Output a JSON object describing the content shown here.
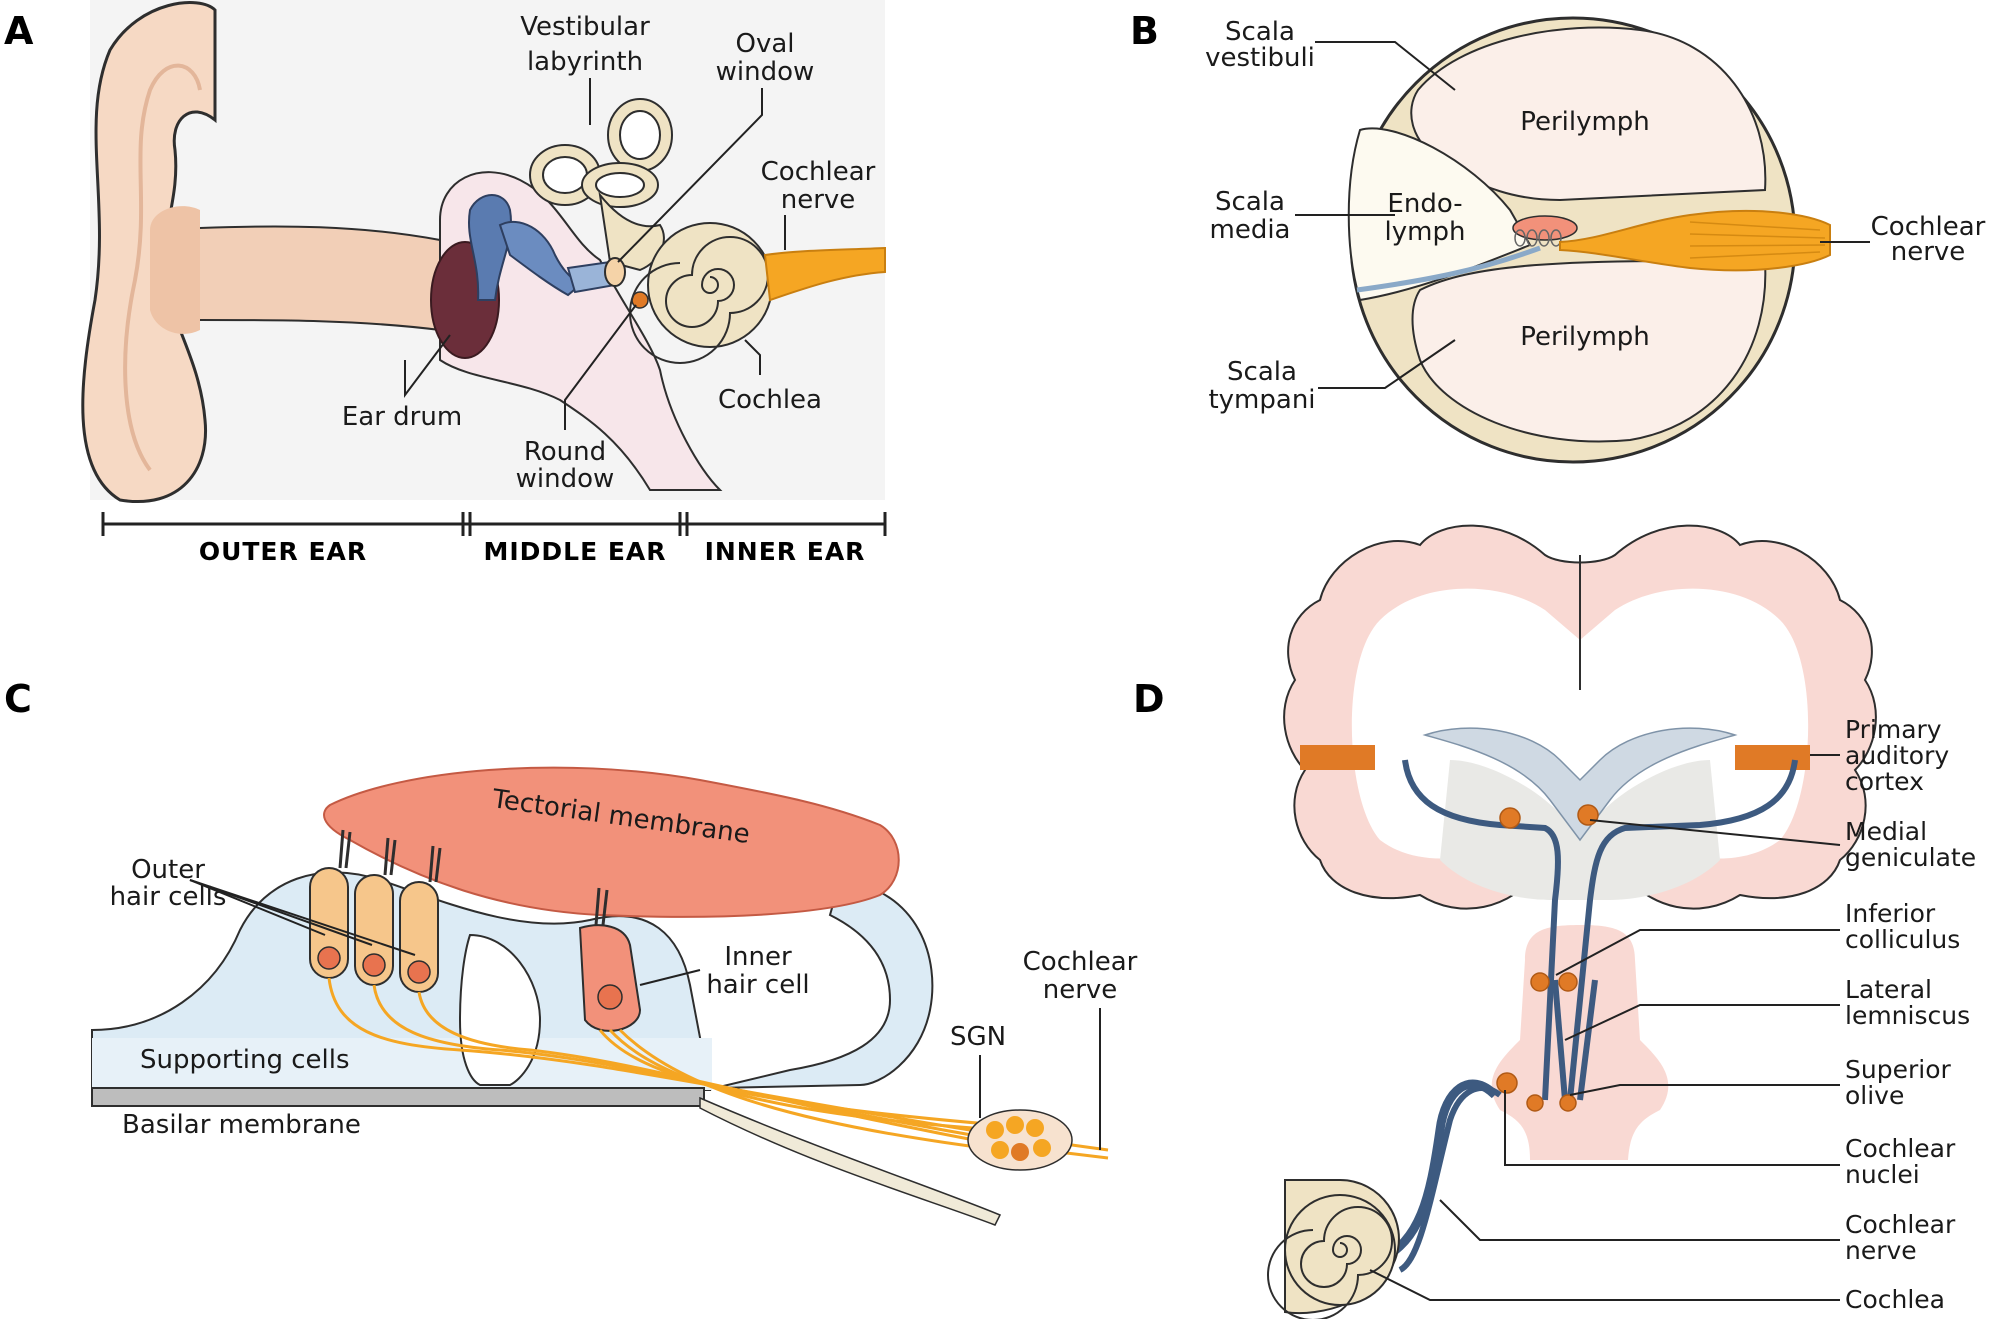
{
  "panels": {
    "a": {
      "letter": "A",
      "labels": {
        "vestibular_1": "Vestibular",
        "vestibular_2": "labyrinth",
        "oval_1": "Oval",
        "oval_2": "window",
        "cochlear_nerve_1": "Cochlear",
        "cochlear_nerve_2": "nerve",
        "ear_drum": "Ear drum",
        "round_1": "Round",
        "round_2": "window",
        "cochlea": "Cochlea"
      },
      "sections": [
        "OUTER EAR",
        "MIDDLE EAR",
        "INNER EAR"
      ]
    },
    "b": {
      "letter": "B",
      "labels": {
        "vestibuli_1": "Scala",
        "vestibuli_2": "vestibuli",
        "perilymph_top": "Perilymph",
        "media_1": "Scala",
        "media_2": "media",
        "endo_1": "Endo-",
        "endo_2": "lymph",
        "cochlear_nerve_1": "Cochlear",
        "cochlear_nerve_2": "nerve",
        "perilymph_bottom": "Perilymph",
        "tympani_1": "Scala",
        "tympani_2": "tympani"
      }
    },
    "c": {
      "letter": "C",
      "labels": {
        "tectorial": "Tectorial membrane",
        "outer_1": "Outer",
        "outer_2": "hair cells",
        "inner_1": "Inner",
        "inner_2": "hair cell",
        "cochlear_nerve_1": "Cochlear",
        "cochlear_nerve_2": "nerve",
        "sgn": "SGN",
        "supporting": "Supporting cells",
        "basilar": "Basilar membrane"
      }
    },
    "d": {
      "letter": "D",
      "labels": {
        "primary_1": "Primary",
        "primary_2": "auditory",
        "primary_3": "cortex",
        "medial_1": "Medial",
        "medial_2": "geniculate",
        "inferior_1": "Inferior",
        "inferior_2": "colliculus",
        "lateral_1": "Lateral",
        "lateral_2": "lemniscus",
        "superior_1": "Superior",
        "superior_2": "olive",
        "nuclei_1": "Cochlear",
        "nuclei_2": "nuclei",
        "nerve_1": "Cochlear",
        "nerve_2": "nerve",
        "cochlea": "Cochlea"
      }
    }
  },
  "colors": {
    "skin": "#f6d9c4",
    "skin_dark": "#e8b99a",
    "bone": "#efe3c4",
    "bone_line": "#2e2e2e",
    "ossicle_blue": "#5a7bb0",
    "eardrum": "#6b2e3a",
    "nerve_orange": "#f5a623",
    "membrane_salmon": "#f2917a",
    "fluid_blue": "#dcebf5",
    "pathway_blue": "#3d5a80",
    "nucleus_orange": "#e07a26",
    "brain_pink": "#f9d9d3",
    "perilymph": "#fbefe9"
  }
}
